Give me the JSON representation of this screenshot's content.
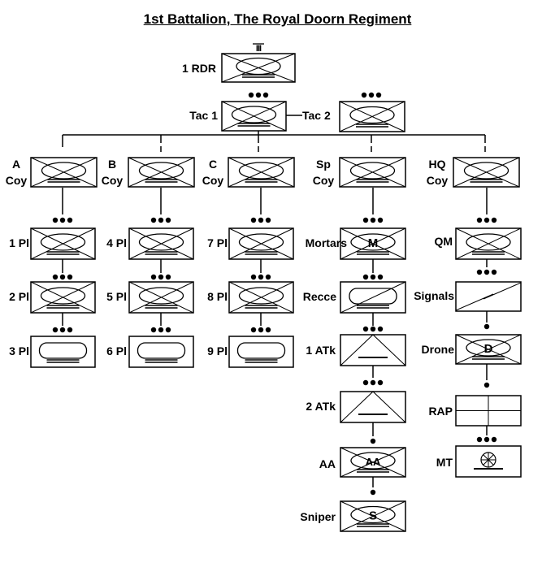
{
  "title": "1st Battalion, The Royal Doorn Regiment",
  "hq": {
    "top": "1 RDR",
    "tac1": "Tac 1",
    "tac2": "Tac 2"
  },
  "companies": {
    "a": [
      "A",
      "Coy"
    ],
    "b": [
      "B",
      "Coy"
    ],
    "c": [
      "C",
      "Coy"
    ],
    "sp": [
      "Sp",
      "Coy"
    ],
    "hq": [
      "HQ",
      "Coy"
    ]
  },
  "platoons": {
    "p1": "1 Pl",
    "p2": "2 Pl",
    "p3": "3 Pl",
    "p4": "4 Pl",
    "p5": "5 Pl",
    "p6": "6 Pl",
    "p7": "7 Pl",
    "p8": "8 Pl",
    "p9": "9 Pl"
  },
  "support": {
    "mortars": "Mortars",
    "mortars_symbol": "M",
    "recce": "Recce",
    "atk1": "1 ATk",
    "atk2": "2 ATk",
    "aa": "AA",
    "aa_symbol": "AA",
    "sniper": "Sniper",
    "sniper_symbol": "S"
  },
  "hq_units": {
    "qm": "QM",
    "signals": "Signals",
    "drone": "Drone",
    "drone_symbol": "D",
    "rap": "RAP",
    "mt": "MT"
  },
  "echelon_battalion_mark": "III"
}
